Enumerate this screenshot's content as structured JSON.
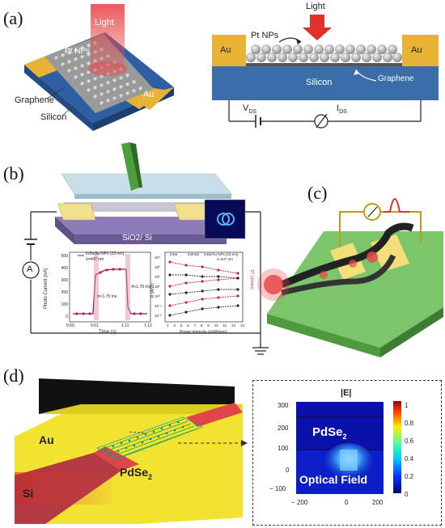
{
  "panels": {
    "a": {
      "label": "(a)",
      "left": {
        "light": "Light",
        "pt_nps": "Pt NPs",
        "graphene": "Graphene",
        "silicon": "Silicon",
        "au": "Au"
      },
      "right": {
        "light": "Light",
        "pt_nps": "Pt NPs",
        "au_left": "Au",
        "au_right": "Au",
        "graphene": "Graphene",
        "silicon": "Silicon",
        "vds": "V",
        "vds_sub": "DS",
        "ids": "I",
        "ids_sub": "DS"
      }
    },
    "b": {
      "label": "(b)",
      "substrate": "SiO2/ Si",
      "ammeter": "A",
      "plot1": {
        "ylabel": "Photo Current (nA)",
        "xlabel": "Time (s)",
        "legend": "InSe/Au NPs (23 nm)",
        "legend2": "λ=447 nm",
        "rise": "τr<1.75 ms",
        "fall": "τf<1.78 ms",
        "yticks": [
          "500",
          "400",
          "300",
          "200",
          "100",
          "0"
        ],
        "xticks": [
          "0.60",
          "0.61",
          "1.11",
          "1.12"
        ]
      },
      "plot2": {
        "ylabel": "R (A/W)",
        "ylabel2": "D* (Jones)",
        "xlabel": "Power intensity (mW/mm²)",
        "legend": [
          "InSe",
          "In/InSe",
          "InSe/Au NPs (23 nm)"
        ],
        "legend2": "λ=447 nm",
        "xticks": [
          "3",
          "4",
          "5",
          "6",
          "7",
          "8",
          "9",
          "10",
          "11",
          "12",
          "13"
        ],
        "yticks": [
          "10⁴",
          "10³",
          "10²",
          "10¹",
          "10⁰",
          "10⁻¹",
          "10⁻²"
        ]
      }
    },
    "c": {
      "label": "(c)"
    },
    "d": {
      "label": "(d)",
      "au": "Au",
      "si": "Si",
      "pdse2": "PdSe",
      "pdse2_sub": "2",
      "inset": {
        "title": "|E|",
        "pdse2": "PdSe",
        "pdse2_sub": "2",
        "optical": "Optical Field",
        "yticks": [
          "300",
          "200",
          "100",
          "0",
          "− 100"
        ],
        "xticks": [
          "− 200",
          "0",
          "200"
        ],
        "cbar": [
          "1",
          "0.8",
          "0.6",
          "0.4",
          "0.2",
          "0"
        ]
      }
    }
  },
  "colors": {
    "gold": "#e8b335",
    "silicon": "#3b6ea8",
    "red": "#e0443c",
    "green": "#7dc56a"
  }
}
